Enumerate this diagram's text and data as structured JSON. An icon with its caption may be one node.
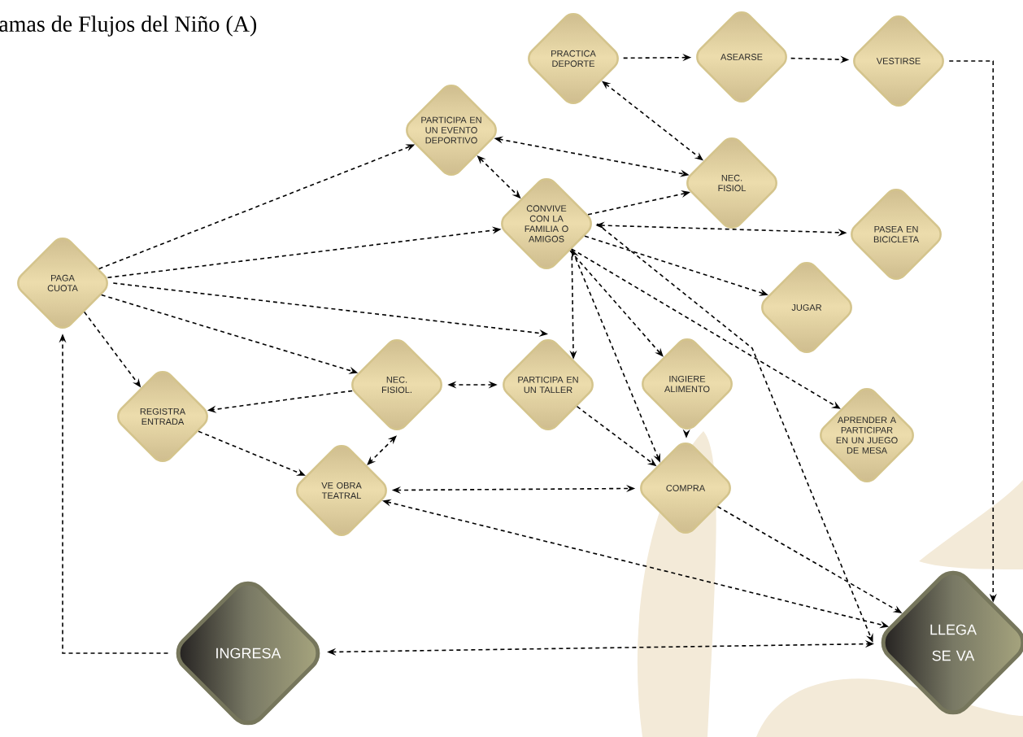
{
  "diagram": {
    "title": "amas de Flujos del Niño (A)",
    "nodes": [
      {
        "text": [
          "PRACTICA DEPORTE"
        ]
      },
      {
        "text": [
          "ASEARSE"
        ]
      },
      {
        "text": [
          "VESTIRSE"
        ]
      },
      {
        "text": [
          "PARTICIPA EN UN EVENTO DEPORTIVO"
        ]
      },
      {
        "text": [
          "NEC. FISIOL"
        ]
      },
      {
        "text": [
          "CONVIVE CON LA FAMILIA O AMIGOS"
        ]
      },
      {
        "text": [
          "PASEA EN BICICLETA"
        ]
      },
      {
        "text": [
          "PAGA CUOTA"
        ]
      },
      {
        "text": [
          "JUGAR"
        ]
      },
      {
        "text": [
          "REGISTRA ENTRADA"
        ]
      },
      {
        "text": [
          "NEC. FISIOL."
        ]
      },
      {
        "text": [
          "PARTICIPA EN UN TALLER"
        ]
      },
      {
        "text": [
          "INGIERE ALIMENTO"
        ]
      },
      {
        "text": [
          "APRENDER A PARTICIPAR EN UN JUEGO DE MESA"
        ]
      },
      {
        "text": [
          "VE OBRA TEATRAL"
        ]
      },
      {
        "text": [
          "COMPRA"
        ]
      },
      {
        "text": [
          "INGRESA"
        ]
      },
      {
        "text": [
          "LLEGA",
          "SE VA"
        ]
      }
    ],
    "edges": [
      {
        "from": 0,
        "to": 1,
        "arrow": "to"
      },
      {
        "from": 1,
        "to": 2,
        "arrow": "to"
      },
      {
        "from": 2,
        "to": 17,
        "arrow": "to"
      },
      {
        "from": 0,
        "to": 4,
        "arrow": "both"
      },
      {
        "from": 3,
        "to": 4,
        "arrow": "both"
      },
      {
        "from": 3,
        "to": 5,
        "arrow": "both"
      },
      {
        "from": 7,
        "to": 3,
        "arrow": "to"
      },
      {
        "from": 7,
        "to": 5,
        "arrow": "to"
      },
      {
        "from": 7,
        "to": 11,
        "arrow": "to"
      },
      {
        "from": 7,
        "to": 10,
        "arrow": "to"
      },
      {
        "from": 7,
        "to": 9,
        "arrow": "to"
      },
      {
        "from": 16,
        "to": 7,
        "arrow": "to"
      },
      {
        "from": 5,
        "to": 4,
        "arrow": "to"
      },
      {
        "from": 5,
        "to": 6,
        "arrow": "both"
      },
      {
        "from": 5,
        "to": 8,
        "arrow": "to"
      },
      {
        "from": 5,
        "to": 12,
        "arrow": "to"
      },
      {
        "from": 5,
        "to": 13,
        "arrow": "to"
      },
      {
        "from": 5,
        "to": 17,
        "arrow": "to"
      },
      {
        "from": 5,
        "to": 11,
        "arrow": "to"
      },
      {
        "from": 15,
        "to": 5,
        "arrow": "both"
      },
      {
        "from": 11,
        "to": 10,
        "arrow": "both"
      },
      {
        "from": 10,
        "to": 9,
        "arrow": "to"
      },
      {
        "from": 9,
        "to": 14,
        "arrow": "to"
      },
      {
        "from": 10,
        "to": 14,
        "arrow": "both"
      },
      {
        "from": 14,
        "to": 15,
        "arrow": "both"
      },
      {
        "from": 11,
        "to": 15,
        "arrow": "to"
      },
      {
        "from": 12,
        "to": 15,
        "arrow": "to"
      },
      {
        "from": 14,
        "to": 17,
        "arrow": "both"
      },
      {
        "from": 15,
        "to": 17,
        "arrow": "to"
      },
      {
        "from": 16,
        "to": 17,
        "arrow": "both"
      }
    ]
  }
}
